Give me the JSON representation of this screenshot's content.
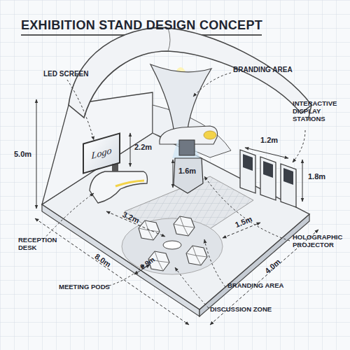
{
  "diagram": {
    "title": "EXHIBITION STAND DESIGN CONCEPT",
    "nodes": [
      {
        "text": [
          "Logo"
        ]
      }
    ],
    "labels": [
      "LED SCREEN",
      "BRANDING AREA",
      "INTERACTIVE DISPLAY STATIONS",
      "5.0m",
      "2.2m",
      "1.6m",
      "1.2m",
      "1.8m",
      "3.2m",
      "1.5m",
      "RECEPTION DESK",
      "8.0m",
      "0.9m",
      "4.0m",
      "HOLOGRAPHIC PROJECTOR",
      "MEETING PODS",
      "BRANDING AREA",
      "DISCUSSION ZONE"
    ]
  }
}
